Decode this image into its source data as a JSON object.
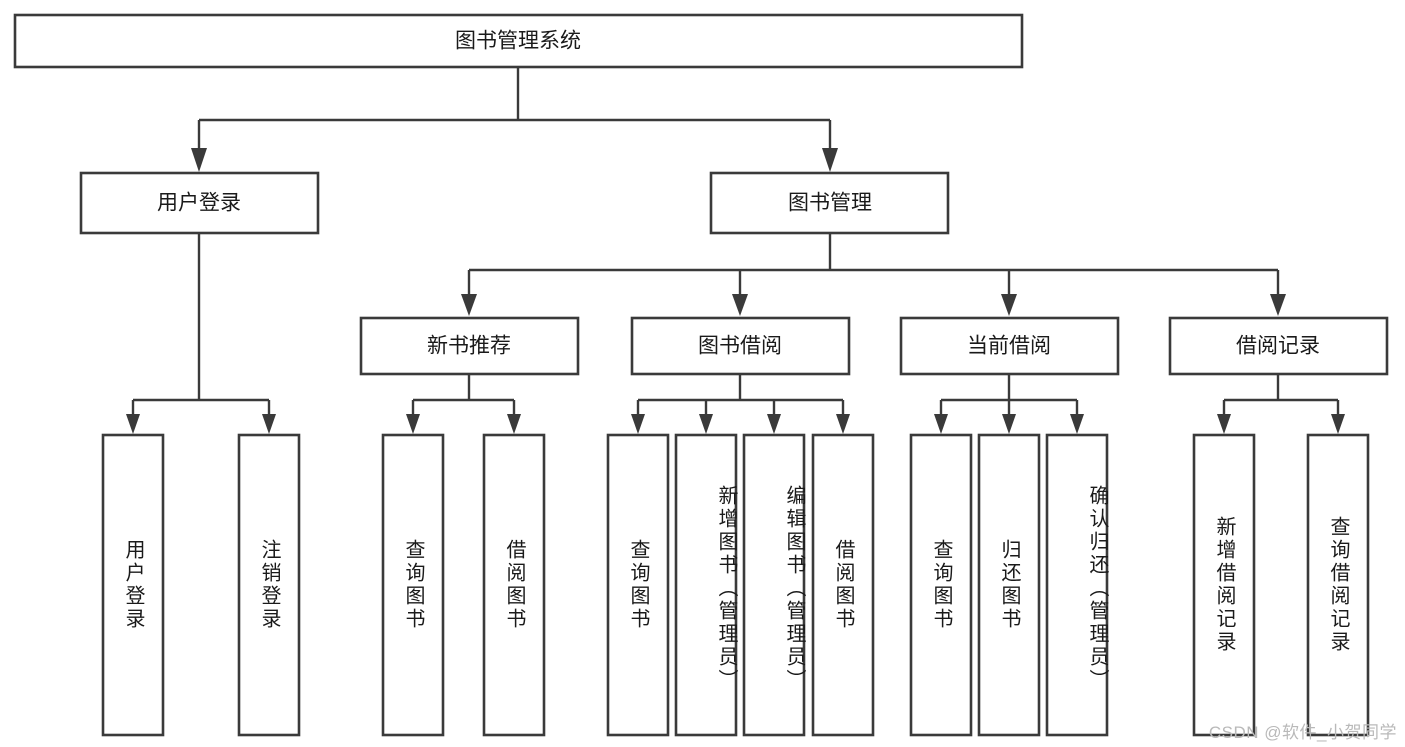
{
  "diagram": {
    "type": "hierarchy-tree",
    "title": "图书管理系统",
    "root": {
      "id": "root",
      "label": "图书管理系统"
    },
    "level2": [
      {
        "id": "user-login",
        "label": "用户登录"
      },
      {
        "id": "book-manage",
        "label": "图书管理"
      }
    ],
    "level3": [
      {
        "id": "new-book-rec",
        "label": "新书推荐",
        "parent": "book-manage"
      },
      {
        "id": "book-borrow",
        "label": "图书借阅",
        "parent": "book-manage"
      },
      {
        "id": "current-borrow",
        "label": "当前借阅",
        "parent": "book-manage"
      },
      {
        "id": "borrow-record",
        "label": "借阅记录",
        "parent": "book-manage"
      }
    ],
    "leaves": [
      {
        "id": "leaf-user-login",
        "label": "用户登录",
        "parent": "user-login"
      },
      {
        "id": "leaf-logout",
        "label": "注销登录",
        "parent": "user-login"
      },
      {
        "id": "leaf-query-book-1",
        "label": "查询图书",
        "parent": "new-book-rec"
      },
      {
        "id": "leaf-borrow-book-1",
        "label": "借阅图书",
        "parent": "new-book-rec"
      },
      {
        "id": "leaf-query-book-2",
        "label": "查询图书",
        "parent": "book-borrow"
      },
      {
        "id": "leaf-add-book",
        "label": "新增图书（管理员）",
        "parent": "book-borrow"
      },
      {
        "id": "leaf-edit-book",
        "label": "编辑图书（管理员）",
        "parent": "book-borrow"
      },
      {
        "id": "leaf-borrow-book-2",
        "label": "借阅图书",
        "parent": "book-borrow"
      },
      {
        "id": "leaf-query-book-3",
        "label": "查询图书",
        "parent": "current-borrow"
      },
      {
        "id": "leaf-return-book",
        "label": "归还图书",
        "parent": "current-borrow"
      },
      {
        "id": "leaf-confirm-return",
        "label": "确认归还（管理员）",
        "parent": "current-borrow"
      },
      {
        "id": "leaf-add-record",
        "label": "新增借阅记录",
        "parent": "borrow-record"
      },
      {
        "id": "leaf-query-record",
        "label": "查询借阅记录",
        "parent": "borrow-record"
      }
    ],
    "colors": {
      "stroke": "#3a3a3a",
      "fill": "#ffffff",
      "text": "#1a1a1a",
      "watermark": "#b9b9b9",
      "background": "#ffffff"
    }
  },
  "watermark": {
    "text": "CSDN @软件_小贺同学"
  }
}
